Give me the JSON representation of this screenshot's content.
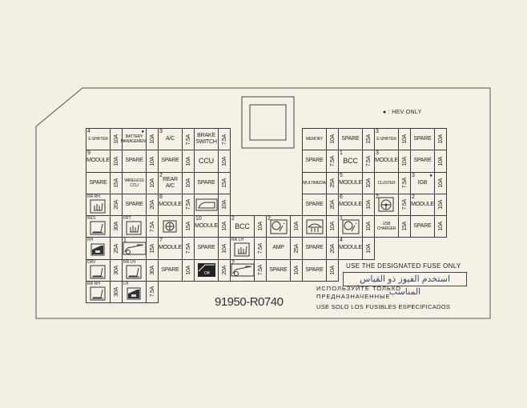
{
  "hev_note": "● : HEV ONLY",
  "part_number": "91950-R0740",
  "warnings": {
    "english": "USE THE DESIGNATED FUSE ONLY",
    "arabic": "استخدم الفيوز ذو القياس المناسب",
    "russian_1": "ИСПОЛЬЗУЙТЕ ТОЛЬКО",
    "russian_2": "ПРЕДНАЗНАЧЕННЫЕ",
    "spanish": "USE SOLO LOS FUSIBLES ESPECIFICADOS"
  },
  "left_block": {
    "rows": [
      [
        {
          "num": "4",
          "label": "E-SHIFTER",
          "size": "tiny",
          "amp": "10A"
        },
        {
          "label": "BATTERY MANAGEMENT",
          "size": "tiny",
          "hev": true,
          "amp": "10A"
        },
        {
          "num": "3",
          "label": "A/C",
          "amp": "7.5A"
        },
        {
          "label": "BRAKE SWITCH",
          "amp": "7.5A"
        }
      ],
      [
        {
          "num": "9",
          "label": "MODULE",
          "amp": "10A"
        },
        {
          "label": "SPARE",
          "amp": "10A"
        },
        {
          "label": "SPARE",
          "amp": "10A"
        },
        {
          "label": "CCU",
          "size": "big",
          "amp": "10A"
        }
      ],
      [
        {
          "label": "SPARE",
          "amp": "15A"
        },
        {
          "label": "WIRELESS CCU",
          "size": "tiny",
          "amp": "10A"
        },
        {
          "num": "2",
          "label": "REAR A/C",
          "amp": "10A"
        },
        {
          "label": "SPARE",
          "amp": "15A"
        }
      ],
      [
        {
          "tag": "RR RH",
          "icon": "seat-heater",
          "amp": "20A"
        },
        {
          "label": "SPARE",
          "amp": "20A"
        },
        {
          "num": "8",
          "label": "MODULE",
          "amp": "7.5A"
        },
        {
          "icon": "sunroof",
          "amp": "10A"
        }
      ],
      [
        {
          "tag": "RES",
          "icon": "power-seat",
          "amp": "30A"
        },
        {
          "tag": "FRT",
          "icon": "seat-heater",
          "amp": "7.5A"
        },
        {
          "icon": "climate",
          "amp": "15A"
        },
        {
          "num": "10",
          "label": "MODULE",
          "amp": "10A"
        },
        {
          "num": "2",
          "label": "BCC",
          "size": "big",
          "amp": "10A"
        },
        {
          "num": "2",
          "icon": "airbag",
          "amp": "10A"
        },
        {
          "icon": "defogger",
          "amp": "10A"
        },
        {
          "num": "1",
          "icon": "airbag",
          "amp": "10A"
        },
        {
          "label": "USB CHARGER",
          "size": "tiny",
          "amp": "15A"
        },
        {
          "label": "SPARE",
          "amp": "10A"
        }
      ],
      [
        {
          "tag": "RH",
          "icon": "power-window",
          "amp": "25A"
        },
        {
          "num": "1",
          "icon": "sunroof-slide",
          "amp": "15A"
        },
        {
          "num": "7",
          "label": "MODULE",
          "amp": "7.5A"
        },
        {
          "label": "SPARE",
          "amp": "10A"
        },
        {
          "tag": "RR LH",
          "icon": "seat-heater",
          "amp": "7.5A"
        },
        {
          "label": "AMP",
          "amp": "25A"
        },
        {
          "label": "SPARE",
          "amp": "20A"
        },
        {
          "num": "4",
          "label": "MODULE",
          "amp": "10A"
        }
      ],
      [
        {
          "tag": "DRV",
          "icon": "power-seat",
          "amp": "30A"
        },
        {
          "tag": "RR LH",
          "icon": "power-seat",
          "amp": "30A"
        },
        {
          "label": "SPARE",
          "amp": "10A"
        },
        {
          "icon": "window-off",
          "off": "Off",
          "amp": "20A"
        },
        {
          "num": "2",
          "icon": "sunroof-slide",
          "amp": "7.5A"
        },
        {
          "label": "SPARE",
          "amp": "10A"
        },
        {
          "label": "SPARE",
          "amp": "10A"
        }
      ],
      [
        {
          "tag": "RR RH",
          "icon": "power-seat",
          "amp": "30A"
        },
        {
          "tag": "LH",
          "icon": "power-window",
          "amp": "7.5A"
        }
      ]
    ]
  },
  "right_block": {
    "rows": [
      [
        {
          "label": "MEMORY",
          "size": "tiny",
          "amp": "10A"
        },
        {
          "label": "SPARE",
          "amp": "15A"
        },
        {
          "num": "3",
          "label": "E-SHIFTER",
          "size": "tiny",
          "amp": "10A"
        },
        {
          "label": "SPARE",
          "amp": "10A"
        }
      ],
      [
        {
          "label": "SPARE",
          "amp": "7.5A"
        },
        {
          "num": "1",
          "label": "BCC",
          "size": "big",
          "amp": "7.5A"
        },
        {
          "num": "3",
          "label": "MODULE",
          "amp": "10A"
        },
        {
          "label": "SPARE",
          "amp": "10A"
        }
      ],
      [
        {
          "label": "MULTIMEDIA",
          "size": "tiny",
          "amp": "25A"
        },
        {
          "num": "5",
          "label": "MODULE",
          "amp": "10A"
        },
        {
          "label": "CLUSTER",
          "size": "tiny",
          "amp": "7.5A"
        },
        {
          "num": "3",
          "label": "IGB",
          "hev": true,
          "amp": "10A"
        }
      ],
      [
        {
          "label": "SPARE",
          "amp": "20A"
        },
        {
          "num": "6",
          "label": "MODULE",
          "amp": "10A"
        },
        {
          "num": "2",
          "icon": "steering-wheel",
          "amp": "7.5A"
        },
        {
          "num": "2",
          "label": "MODULE",
          "amp": "10A"
        }
      ]
    ]
  }
}
